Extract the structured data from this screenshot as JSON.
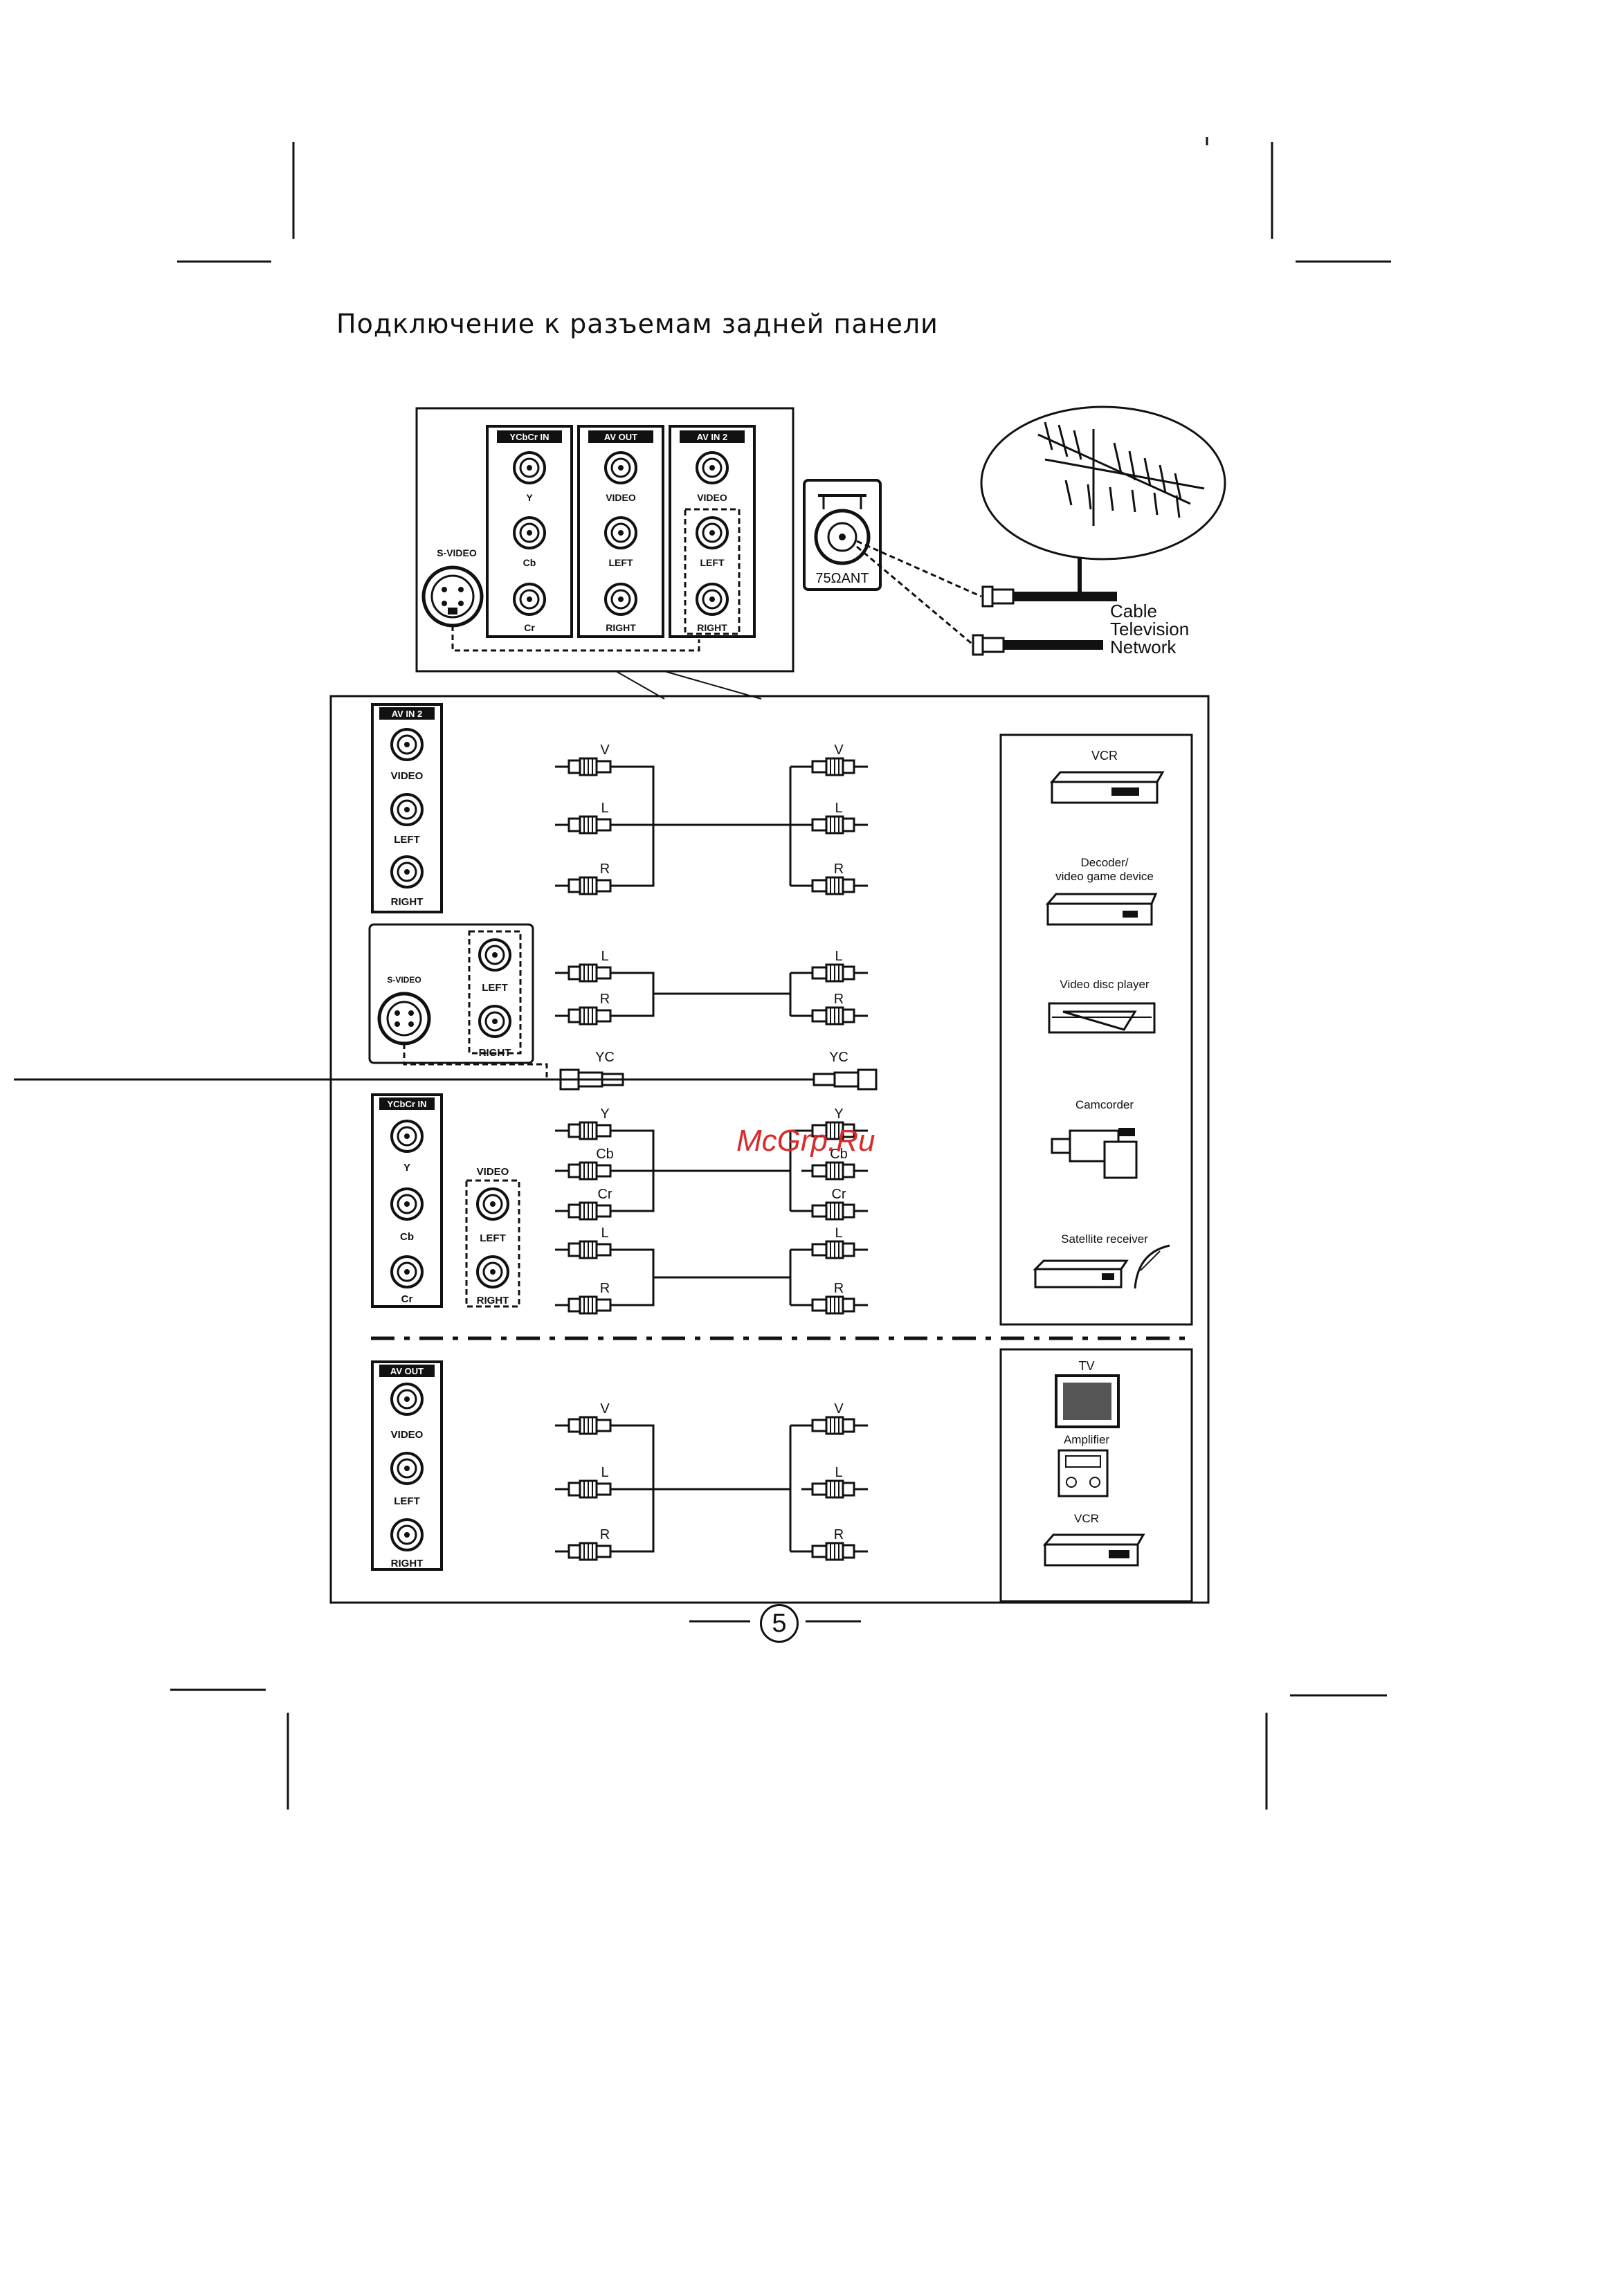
{
  "page": {
    "title": "Подключение к разъемам задней панели",
    "watermark": "McGrp.Ru",
    "page_number": "5"
  },
  "rear_panel": {
    "s_video": "S-VIDEO",
    "ycbcr_group": {
      "header": "YCbCr IN",
      "labels": [
        "Y",
        "Cb",
        "Cr"
      ]
    },
    "av_out_group": {
      "header": "AV OUT",
      "labels": [
        "VIDEO",
        "LEFT",
        "RIGHT"
      ]
    },
    "av_in_group": {
      "header": "AV IN 2",
      "labels": [
        "VIDEO",
        "LEFT",
        "RIGHT"
      ]
    },
    "antenna_label": "75ΩANT",
    "cable_network": [
      "Cable",
      "Television",
      "Network"
    ]
  },
  "rows": {
    "av_in2": {
      "header": "AV IN 2",
      "labels": [
        "VIDEO",
        "LEFT",
        "RIGHT"
      ],
      "cables": [
        "V",
        "L",
        "R"
      ]
    },
    "svideo": {
      "s_video": "S-VIDEO",
      "labels": [
        "LEFT",
        "RIGHT"
      ],
      "cables": [
        "L",
        "R",
        "YC"
      ]
    },
    "ycbcr": {
      "header": "YCbCr IN",
      "labels": [
        "Y",
        "Cb",
        "Cr"
      ],
      "sub_labels": [
        "VIDEO",
        "LEFT",
        "RIGHT"
      ],
      "cables": [
        "Y",
        "Cb",
        "Cr",
        "L",
        "R"
      ]
    },
    "av_out": {
      "header": "AV OUT",
      "labels": [
        "VIDEO",
        "LEFT",
        "RIGHT"
      ],
      "cables": [
        "V",
        "L",
        "R"
      ]
    }
  },
  "source_devices": [
    "VCR",
    "Decoder/",
    "video game device",
    "Video disc player",
    "Camcorder",
    "Satellite receiver"
  ],
  "output_devices": [
    "TV",
    "Amplifier",
    "VCR"
  ],
  "colors": {
    "ink": "#111111",
    "accent": "#d92b2b",
    "background": "#ffffff"
  }
}
